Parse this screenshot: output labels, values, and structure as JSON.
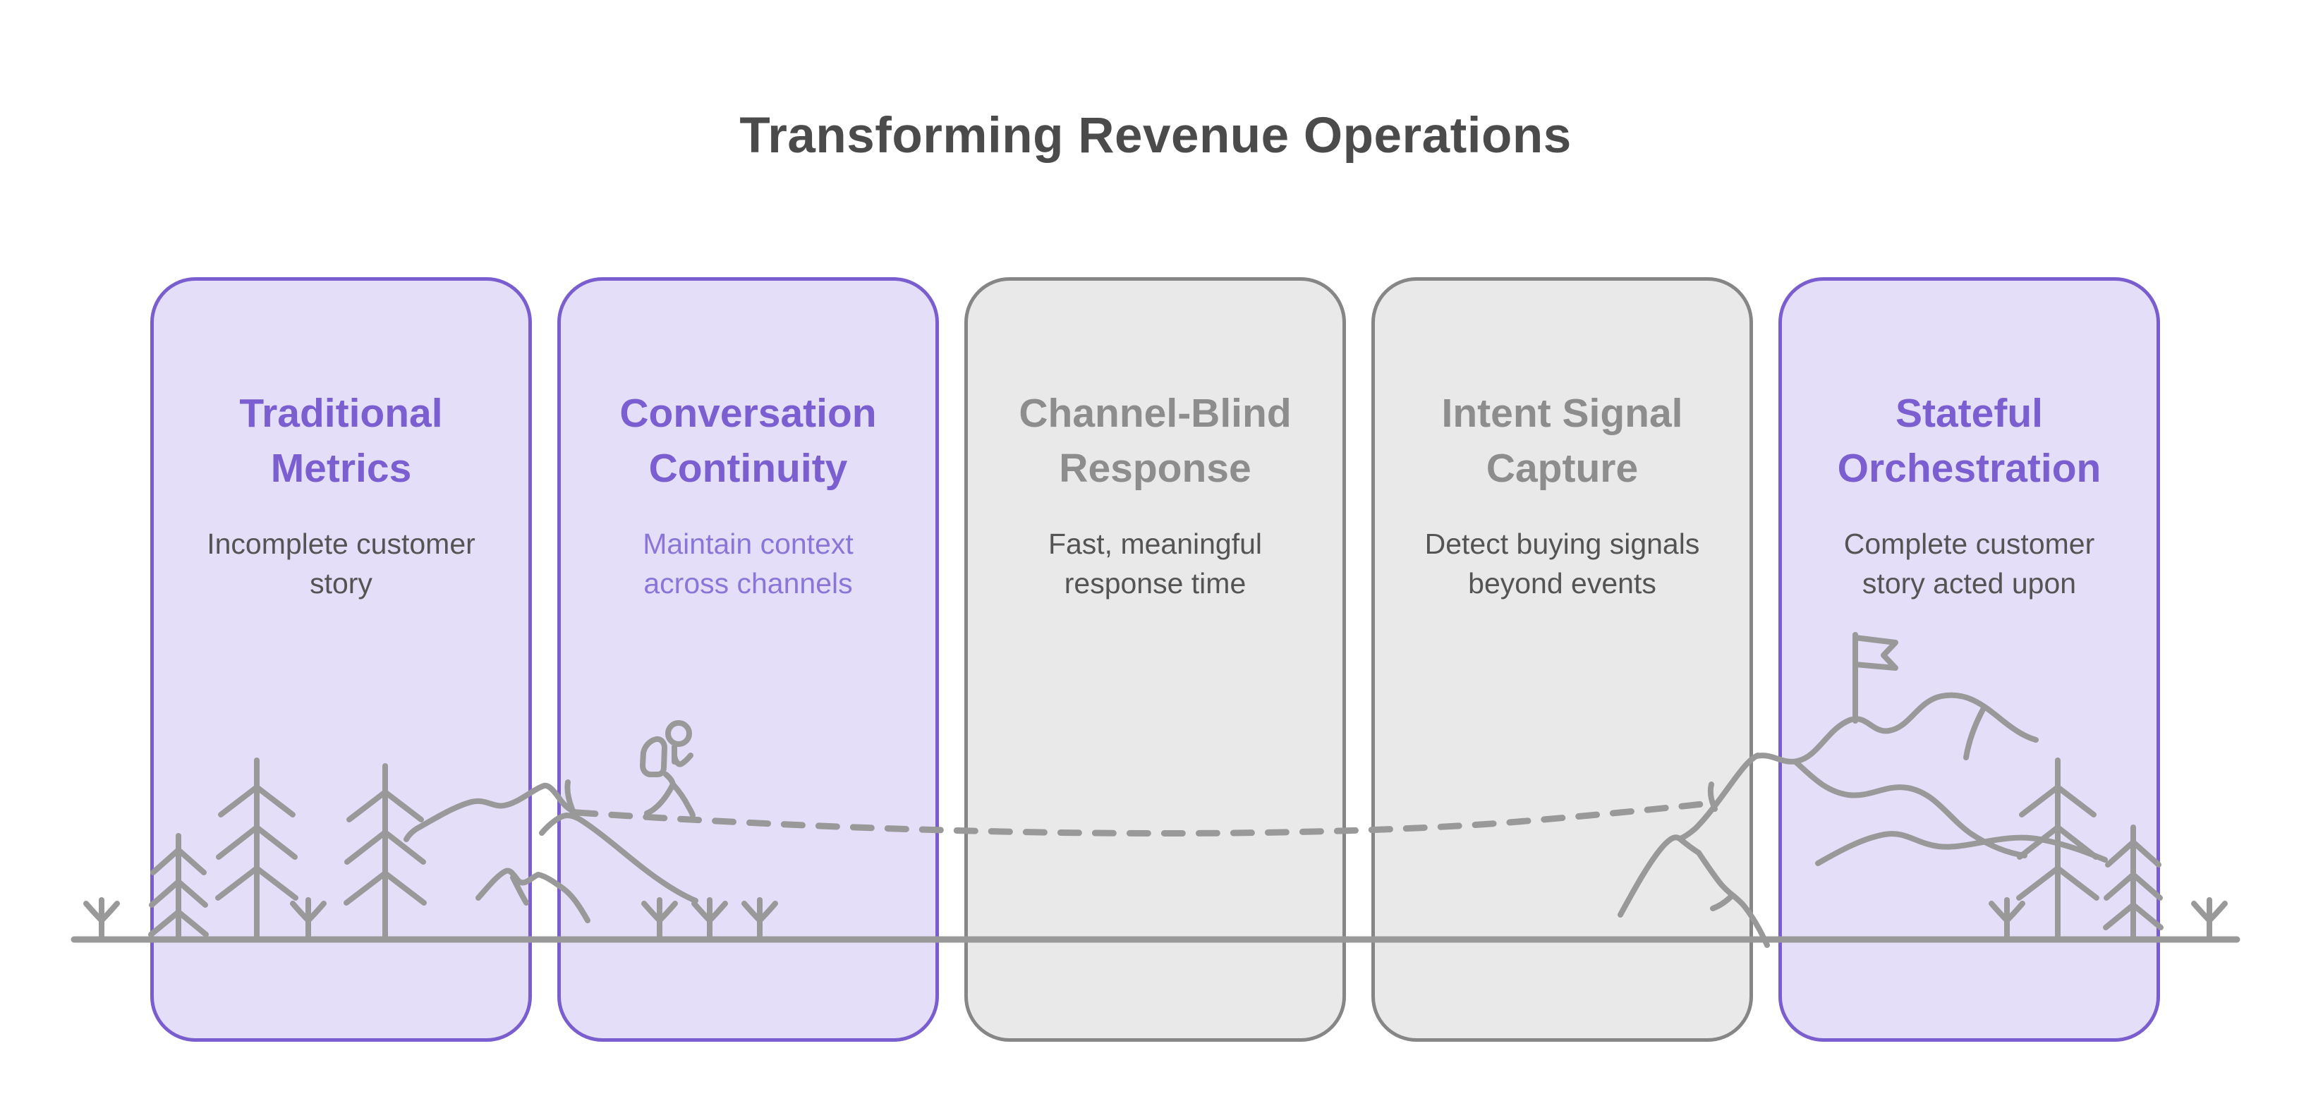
{
  "page": {
    "title": "Transforming Revenue Operations"
  },
  "colors": {
    "background": "#ffffff",
    "heading_text": "#4b4b4b",
    "purple_border": "#7a5ecf",
    "purple_fill": "#e4def8",
    "purple_text": "#7b5fd1",
    "purple_subtle_text": "#8a76d8",
    "gray_border": "#868686",
    "gray_fill": "#e9e9e9",
    "gray_title_text": "#8d8d8d",
    "body_text": "#545454",
    "illustration_stroke": "#999999"
  },
  "cards": [
    {
      "theme": "purple",
      "title_line1": "Traditional",
      "title_line2": "Metrics",
      "subtitle_line1": "Incomplete customer",
      "subtitle_line2": "story",
      "subtitle_theme": "dark"
    },
    {
      "theme": "purple",
      "title_line1": "Conversation",
      "title_line2": "Continuity",
      "subtitle_line1": "Maintain context",
      "subtitle_line2": "across channels",
      "subtitle_theme": "purple"
    },
    {
      "theme": "gray",
      "title_line1": "Channel-Blind",
      "title_line2": "Response",
      "subtitle_line1": "Fast, meaningful",
      "subtitle_line2": "response time",
      "subtitle_theme": "dark"
    },
    {
      "theme": "gray",
      "title_line1": "Intent Signal",
      "title_line2": "Capture",
      "subtitle_line1": "Detect buying signals",
      "subtitle_line2": "beyond events",
      "subtitle_theme": "dark"
    },
    {
      "theme": "purple",
      "title_line1": "Stateful",
      "title_line2": "Orchestration",
      "subtitle_line1": "Complete customer",
      "subtitle_line2": "story acted upon",
      "subtitle_theme": "dark"
    }
  ],
  "illustration": {
    "elements": [
      "ground-line",
      "pine-tree",
      "sapling",
      "hill-ridge",
      "small-mountain",
      "summit-tick",
      "hiker-with-backpack",
      "dashed-trail",
      "mountain-range",
      "flag-on-peak"
    ]
  }
}
